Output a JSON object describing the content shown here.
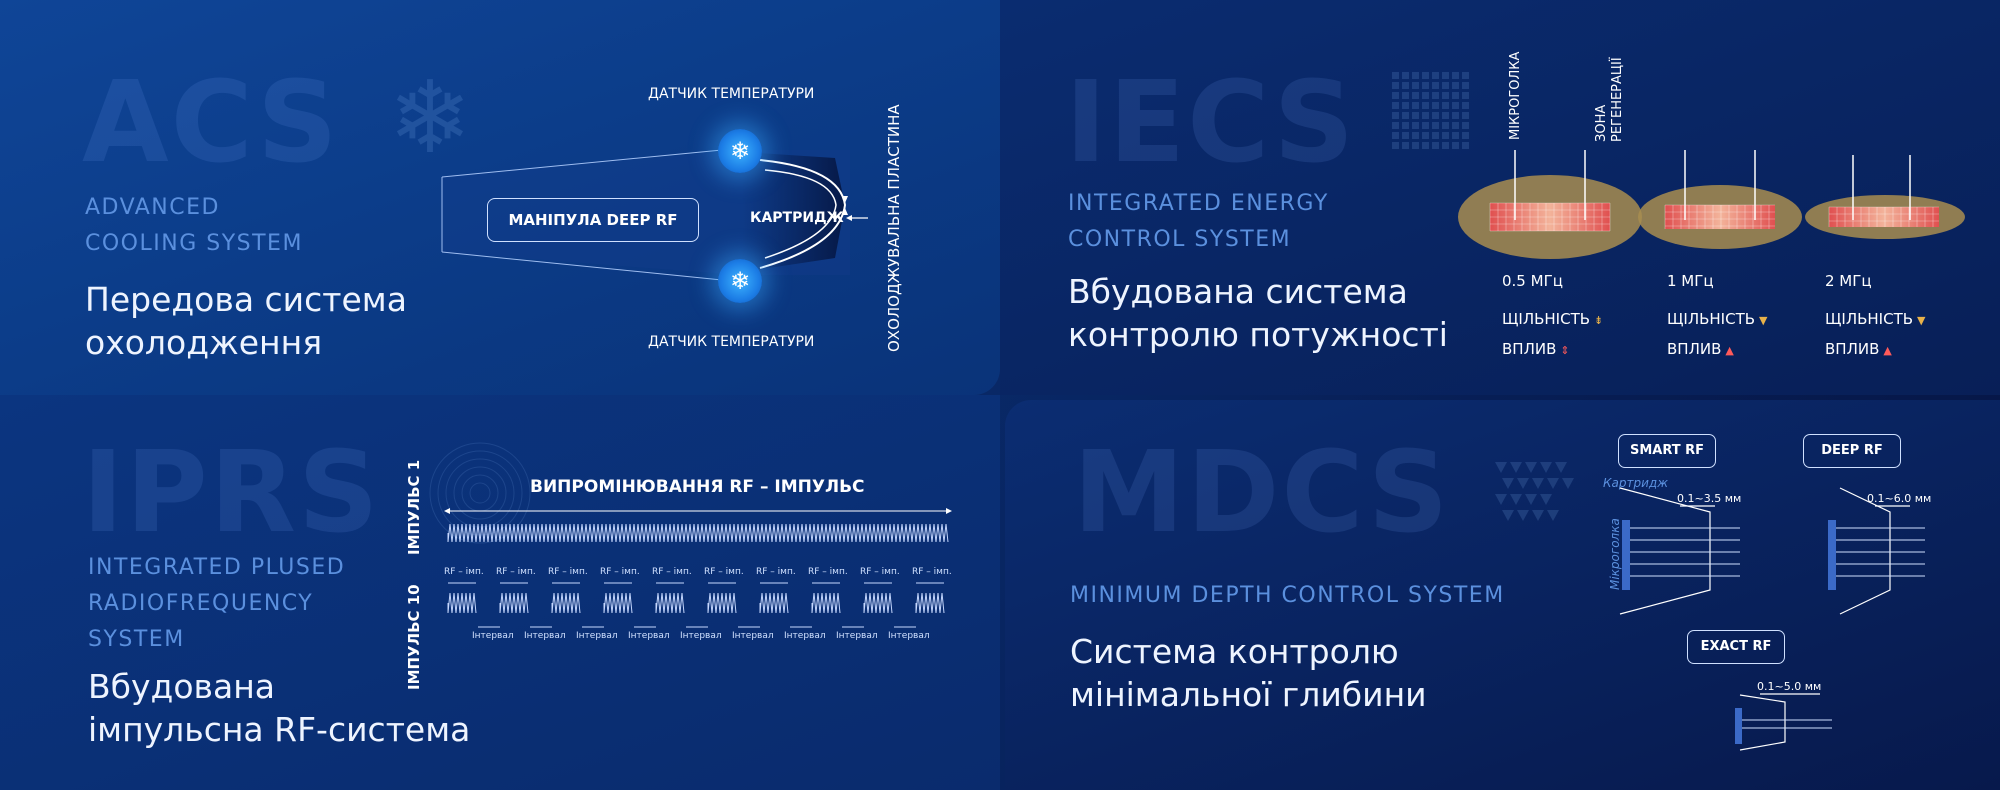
{
  "acs": {
    "ghost": "ACS",
    "snowflake_icon": "snowflake-icon",
    "subtitle": [
      "ADVANCED",
      "COOLING SYSTEM"
    ],
    "title": [
      "Передова система",
      "охолодження"
    ],
    "sensor_top": "ДАТЧИК ТЕМПЕРАТУРИ",
    "sensor_bottom": "ДАТЧИК ТЕМПЕРАТУРИ",
    "handpiece": "МАНІПУЛА DEEP RF",
    "cartridge": "КАРТРИДЖ",
    "plate": "ОХОЛОДЖУВАЛЬНА ПЛАСТИНА"
  },
  "iecs": {
    "ghost": "IECS",
    "subtitle": [
      "INTEGRATED ENERGY",
      "CONTROL SYSTEM"
    ],
    "title": [
      "Вбудована система",
      "контролю потужності"
    ],
    "needle_label": "МІКРОГОЛКА",
    "regen_label": [
      "ЗОНА",
      "РЕГЕНЕРАЦІЇ"
    ],
    "columns": [
      {
        "freq": "0.5 МГц",
        "density": "ЩІЛЬНІСТЬ",
        "density_mark": "⇟",
        "impact": "ВПЛИВ",
        "impact_mark": "⇕"
      },
      {
        "freq": "1 МГц",
        "density": "ЩІЛЬНІСТЬ",
        "density_mark": "▼",
        "impact": "ВПЛИВ",
        "impact_mark": "▲"
      },
      {
        "freq": "2 МГц",
        "density": "ЩІЛЬНІСТЬ",
        "density_mark": "▼",
        "impact": "ВПЛИВ",
        "impact_mark": "▲"
      }
    ],
    "colors": {
      "density": "#e8b24a",
      "impact": "#ff5a5a",
      "zone": "#b89a55"
    }
  },
  "iprs": {
    "ghost": "IPRS",
    "subtitle": [
      "INTEGRATED PLUSED",
      "RADIOFREQUENCY",
      "SYSTEM"
    ],
    "title": [
      "Вбудована",
      "імпульсна RF-система"
    ],
    "pulse1": "ІМПУЛЬС 1",
    "pulse10": "ІМПУЛЬС 10",
    "emission": "ВИПРОМІНЮВАННЯ RF – ІМПУЛЬС",
    "rf_labels": [
      "RF – імп.",
      "RF – імп.",
      "RF – імп.",
      "RF – імп.",
      "RF – імп.",
      "RF – імп.",
      "RF – імп.",
      "RF – імп.",
      "RF – імп.",
      "RF – імп."
    ],
    "interval_labels": [
      "Інтервал",
      "Інтервал",
      "Інтервал",
      "Інтервал",
      "Інтервал",
      "Інтервал",
      "Інтервал",
      "Інтервал",
      "Інтервал"
    ]
  },
  "mdcs": {
    "ghost": "MDCS",
    "subtitle": [
      "MINIMUM DEPTH CONTROL SYSTEM"
    ],
    "title": [
      "Система контролю",
      "мінімальної глибини"
    ],
    "smart": "SMART RF",
    "deep": "DEEP RF",
    "exact": "EXACT RF",
    "smart_depth": "0.1~3.5 мм",
    "deep_depth": "0.1~6.0 мм",
    "exact_depth": "0.1~5.0 мм",
    "cartridge_label": "Картридж",
    "needle_label": "Мікроголка"
  }
}
